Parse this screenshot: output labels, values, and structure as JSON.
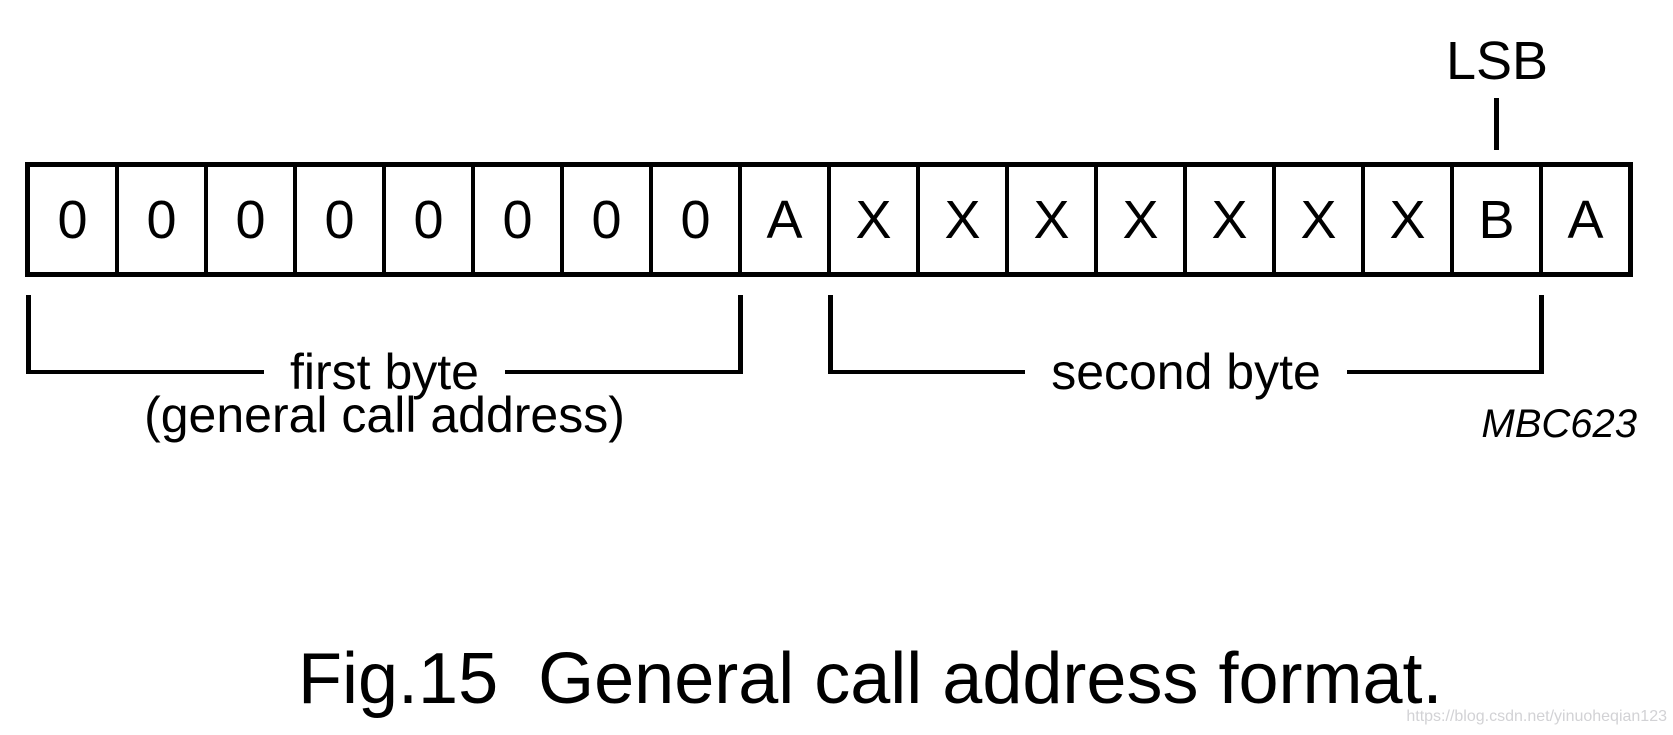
{
  "figure": {
    "cells": [
      "0",
      "0",
      "0",
      "0",
      "0",
      "0",
      "0",
      "0",
      "A",
      "X",
      "X",
      "X",
      "X",
      "X",
      "X",
      "X",
      "B",
      "A"
    ],
    "lsb_label": "LSB",
    "first_byte": {
      "label": "first byte",
      "sublabel": "(general call address)"
    },
    "second_byte": {
      "label": "second byte"
    },
    "drawing_code": "MBC623",
    "caption": {
      "fig_number": "Fig.15",
      "title": "General call address format."
    },
    "watermark": "https://blog.csdn.net/yinuoheqian123",
    "colors": {
      "ink": "#000000",
      "background": "#ffffff",
      "watermark": "#d2d2d5"
    }
  }
}
